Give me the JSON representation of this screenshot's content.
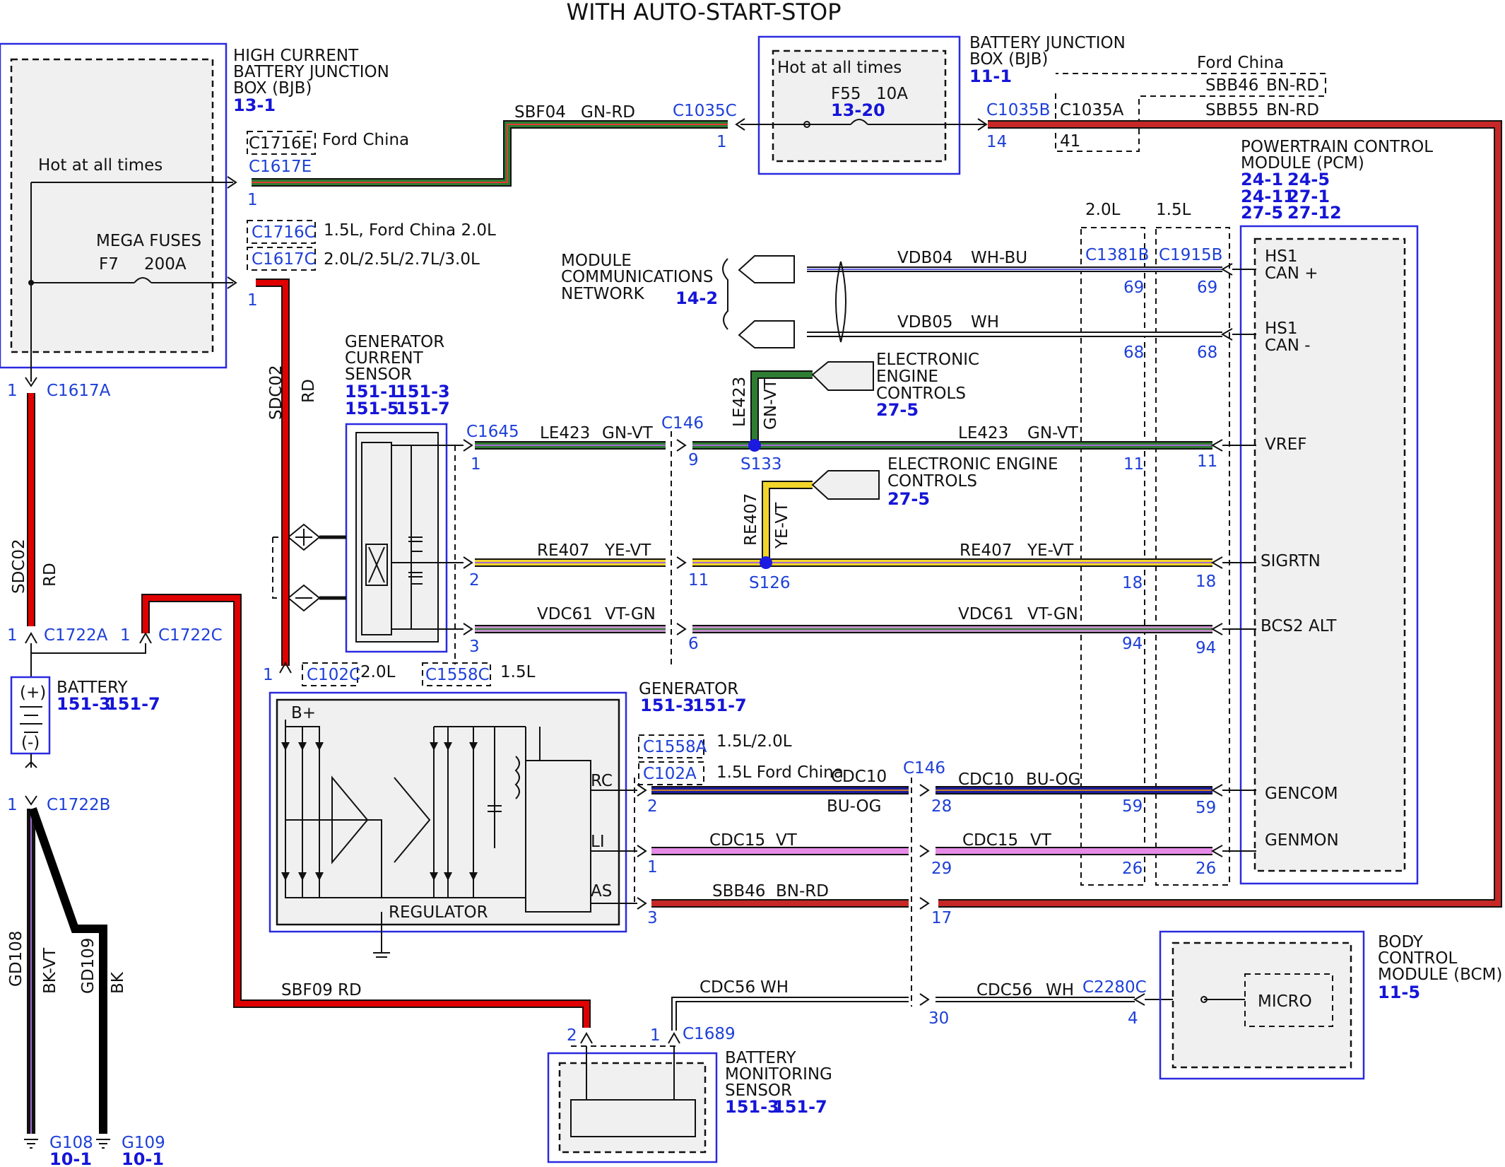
{
  "title": "WITH AUTO-START-STOP",
  "colors": {
    "red": "#e00000",
    "dark_red": "#c62828",
    "green": "#2e7d32",
    "yellow": "#f2d52a",
    "violet_green": "#c490c8",
    "blue": "#1c1c9e",
    "violet": "#e58ae6",
    "black": "#000000",
    "white_wire": "#ffffff",
    "ref_blue": "#1515d8"
  },
  "components": {
    "hcbjb": {
      "name_lines": [
        "HIGH CURRENT",
        "BATTERY JUNCTION",
        "BOX (BJB)"
      ],
      "ref": "13-1",
      "hot": "Hot at all times",
      "fuse_group": "MEGA FUSES",
      "fuse_id": "F7",
      "fuse_rating": "200A"
    },
    "bjb": {
      "name_lines": [
        "BATTERY JUNCTION",
        "BOX (BJB)"
      ],
      "ref": "11-1",
      "hot": "Hot at all times",
      "fuse_id": "F55",
      "fuse_rating": "10A",
      "fuse_ref": "13-20"
    },
    "pcm": {
      "name_lines": [
        "POWERTRAIN CONTROL",
        "MODULE (PCM)"
      ],
      "refs": [
        "24-1",
        "24-5",
        "24-11",
        "27-1",
        "27-5",
        "27-12"
      ],
      "pins": [
        "HS1",
        "CAN +",
        "HS1",
        "CAN -",
        "VREF",
        "SIGRTN",
        "BCS2 ALT",
        "GENCOM",
        "GENMON"
      ]
    },
    "gcs": {
      "name_lines": [
        "GENERATOR",
        "CURRENT",
        "SENSOR"
      ],
      "refs": [
        "151-1",
        "151-3",
        "151-5",
        "151-7"
      ]
    },
    "generator": {
      "name": "GENERATOR",
      "refs": [
        "151-3",
        "151-7"
      ],
      "bplus": "B+",
      "reg": "REGULATOR",
      "rc": "RC",
      "li": "LI",
      "as": "AS"
    },
    "battery": {
      "name": "BATTERY",
      "refs": [
        "151-3",
        "151-7"
      ],
      "plus": "(+)",
      "minus": "(-)"
    },
    "bms": {
      "name_lines": [
        "BATTERY",
        "MONITORING",
        "SENSOR"
      ],
      "refs": [
        "151-3",
        "151-7"
      ]
    },
    "bcm": {
      "name_lines": [
        "BODY",
        "CONTROL",
        "MODULE (BCM)"
      ],
      "ref": "11-5",
      "micro": "MICRO"
    },
    "mcn": {
      "name_lines": [
        "MODULE",
        "COMMUNICATIONS",
        "NETWORK"
      ],
      "ref": "14-2"
    },
    "eec1": {
      "name_lines": [
        "ELECTRONIC",
        "ENGINE",
        "CONTROLS"
      ],
      "ref": "27-5"
    },
    "eec2": {
      "name_lines": [
        "ELECTRONIC ENGINE",
        "CONTROLS"
      ],
      "ref": "27-5"
    }
  },
  "notes": {
    "ford_china": "Ford China",
    "c1716c_note": "1.5L, Ford China 2.0L",
    "c1617c_note": "2.0L/2.5L/2.7L/3.0L",
    "c102c_note": "2.0L",
    "c1558c_note": "1.5L",
    "c1558a_note": "1.5L/2.0L",
    "c102a_note": "1.5L Ford China",
    "col_20l": "2.0L",
    "col_15l": "1.5L",
    "c1035a_pin": "41"
  },
  "connectors": [
    "C1617E",
    "C1716E",
    "C1716C",
    "C1617C",
    "C1617A",
    "C1722A",
    "C1722C",
    "C1722B",
    "C1035C",
    "C1035B",
    "C1035A",
    "C1645",
    "C146",
    "C146",
    "C1381B",
    "C1915B",
    "C102C",
    "C1558C",
    "C1558A",
    "C102A",
    "C2280C",
    "C1689"
  ],
  "splices": [
    "S133",
    "S126"
  ],
  "grounds": {
    "g108": "G108",
    "g108_ref": "10-1",
    "g109": "G109",
    "g109_ref": "10-1"
  },
  "wires": {
    "sbf04": {
      "circuit": "SBF04",
      "color": "GN-RD"
    },
    "sbb46": {
      "circuit": "SBB46",
      "color": "BN-RD"
    },
    "sbb55": {
      "circuit": "SBB55",
      "color": "BN-RD"
    },
    "sdc02": {
      "circuit": "SDC02",
      "color": "RD"
    },
    "vdb04": {
      "circuit": "VDB04",
      "color": "WH-BU"
    },
    "vdb05": {
      "circuit": "VDB05",
      "color": "WH"
    },
    "le423": {
      "circuit": "LE423",
      "color": "GN-VT"
    },
    "re407": {
      "circuit": "RE407",
      "color": "YE-VT"
    },
    "vdc61": {
      "circuit": "VDC61",
      "color": "VT-GN"
    },
    "cdc10": {
      "circuit": "CDC10",
      "color": "BU-OG"
    },
    "cdc15": {
      "circuit": "CDC15",
      "color": "VT"
    },
    "cdc56": {
      "circuit": "CDC56",
      "color": "WH"
    },
    "sbf09": {
      "circuit": "SBF09",
      "color": "RD"
    },
    "gd108": {
      "circuit": "GD108",
      "color": "BK-VT"
    },
    "gd109": {
      "circuit": "GD109",
      "color": "BK"
    }
  },
  "pins": {
    "p1": "1",
    "p2": "2",
    "p3": "3",
    "p4": "4",
    "p6": "6",
    "p9": "9",
    "p11": "11",
    "p14": "14",
    "p17": "17",
    "p18": "18",
    "p26": "26",
    "p28": "28",
    "p29": "29",
    "p30": "30",
    "p59": "59",
    "p68": "68",
    "p69": "69",
    "p94": "94"
  }
}
